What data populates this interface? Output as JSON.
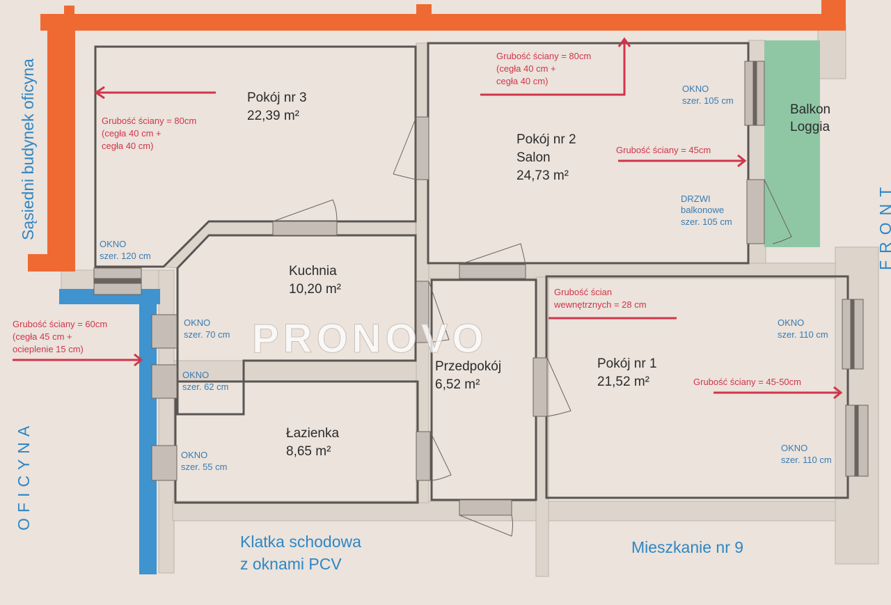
{
  "colors": {
    "outer_wall": "#ef6a33",
    "insulated_wall": "#3f93cf",
    "balcony": "#8fc7a5",
    "note": "#d0354a",
    "window_label": "#3a7bb0"
  },
  "watermark": "PRONOVO",
  "exterior": {
    "left_top": "Sąsiedni budynek oficyna",
    "left_bottom": "OFICYNA",
    "right": "FRONT",
    "stairs_1": "Klatka schodowa",
    "stairs_2": "z oknami PCV",
    "neighbor": "Mieszkanie nr 9"
  },
  "rooms": {
    "pokoj3": {
      "name": "Pokój nr 3",
      "area": "22,39 m²"
    },
    "pokoj2": {
      "name": "Pokój nr 2",
      "sub": "Salon",
      "area": "24,73 m²"
    },
    "balkon": {
      "name": "Balkon",
      "sub": "Loggia"
    },
    "kuchnia": {
      "name": "Kuchnia",
      "area": "10,20 m²"
    },
    "przedpokoj": {
      "name": "Przedpokój",
      "area": "6,52 m²"
    },
    "lazienka": {
      "name": "Łazienka",
      "area": "8,65 m²"
    },
    "pokoj1": {
      "name": "Pokój nr 1",
      "area": "21,52 m²"
    }
  },
  "notes": {
    "n3": [
      "Grubość ściany = 80cm",
      "(cegła 40 cm +",
      "cegła 40 cm)"
    ],
    "n2": [
      "Grubość ściany = 80cm",
      "(cegła 40 cm +",
      "cegła 40 cm)"
    ],
    "n45": "Grubość ściany = 45cm",
    "n60": [
      "Grubość ściany = 60cm",
      "(cegła 45 cm +",
      "ocieplenie 15 cm)"
    ],
    "n28": [
      "Grubość ścian",
      "wewnętrznych  = 28 cm"
    ],
    "n4550": "Grubość ściany = 45-50cm"
  },
  "windows": {
    "w120": [
      "OKNO",
      "szer. 120 cm"
    ],
    "w105": [
      "OKNO",
      "szer. 105 cm"
    ],
    "d105": [
      "DRZWI",
      "balkonowe",
      "szer. 105 cm"
    ],
    "w70": [
      "OKNO",
      "szer. 70 cm"
    ],
    "w62": [
      "OKNO",
      "szer. 62 cm"
    ],
    "w55": [
      "OKNO",
      "szer. 55 cm"
    ],
    "w110a": [
      "OKNO",
      "szer. 110 cm"
    ],
    "w110b": [
      "OKNO",
      "szer. 110 cm"
    ]
  }
}
